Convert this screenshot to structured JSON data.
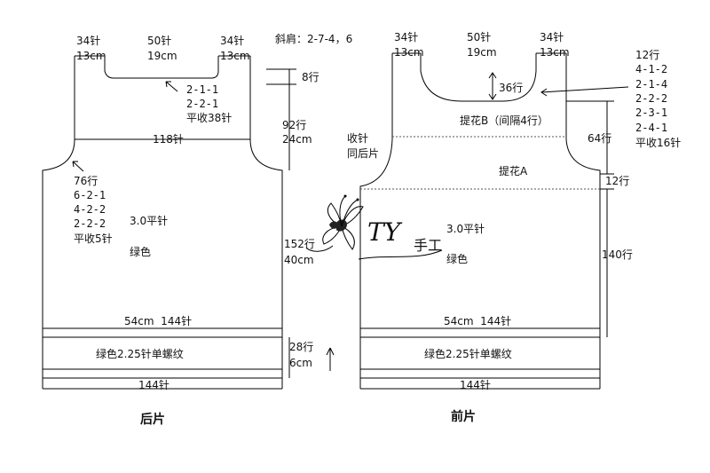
{
  "back": {
    "title": "后片",
    "shoulder_left_st": "34针",
    "shoulder_left_cm": "13cm",
    "neck_st": "50针",
    "neck_cm": "19cm",
    "shoulder_right_st": "34针",
    "shoulder_right_cm": "13cm",
    "slope_shoulder": "斜肩：2-7-4，6",
    "neck_rows": "8行",
    "neck_shaping": [
      "2-1-1",
      "2-2-1",
      "平收38针"
    ],
    "armhole_rows": "92行",
    "armhole_cm": "24cm",
    "chest_st": "118针",
    "armhole_shaping": [
      "76行",
      "6-2-1",
      "4-2-2",
      "2-2-2",
      "平收5针"
    ],
    "needle": "3.0平针",
    "color": "绿色",
    "body_rows": "152行",
    "body_cm": "40cm",
    "hem_cm_st": "54cm  144针",
    "rib_label": "绿色2.25针单螺纹",
    "rib_rows": "28行",
    "rib_cm": "6cm",
    "bottom_st": "144针"
  },
  "front": {
    "title": "前片",
    "shoulder_left_st": "34针",
    "shoulder_left_cm": "13cm",
    "neck_st": "50针",
    "neck_cm": "19cm",
    "shoulder_right_st": "34针",
    "shoulder_right_cm": "13cm",
    "neck_rows": "36行",
    "neck_shaping": [
      "12行",
      "4-1-2",
      "2-1-4",
      "2-2-2",
      "2-3-1",
      "2-4-1",
      "平收16针"
    ],
    "pattern_b": "提花B（间隔4行）",
    "pattern_b_rows": "64行",
    "side_note": [
      "收针",
      "同后片"
    ],
    "pattern_a": "提花A",
    "pattern_a_rows": "12行",
    "needle": "3.0平针",
    "color": "绿色",
    "body_rows": "140行",
    "hem_cm_st": "54cm  144针",
    "rib_label": "绿色2.25针单螺纹",
    "bottom_st": "144针"
  },
  "logo": {
    "letters": "TY",
    "text": "手工"
  }
}
